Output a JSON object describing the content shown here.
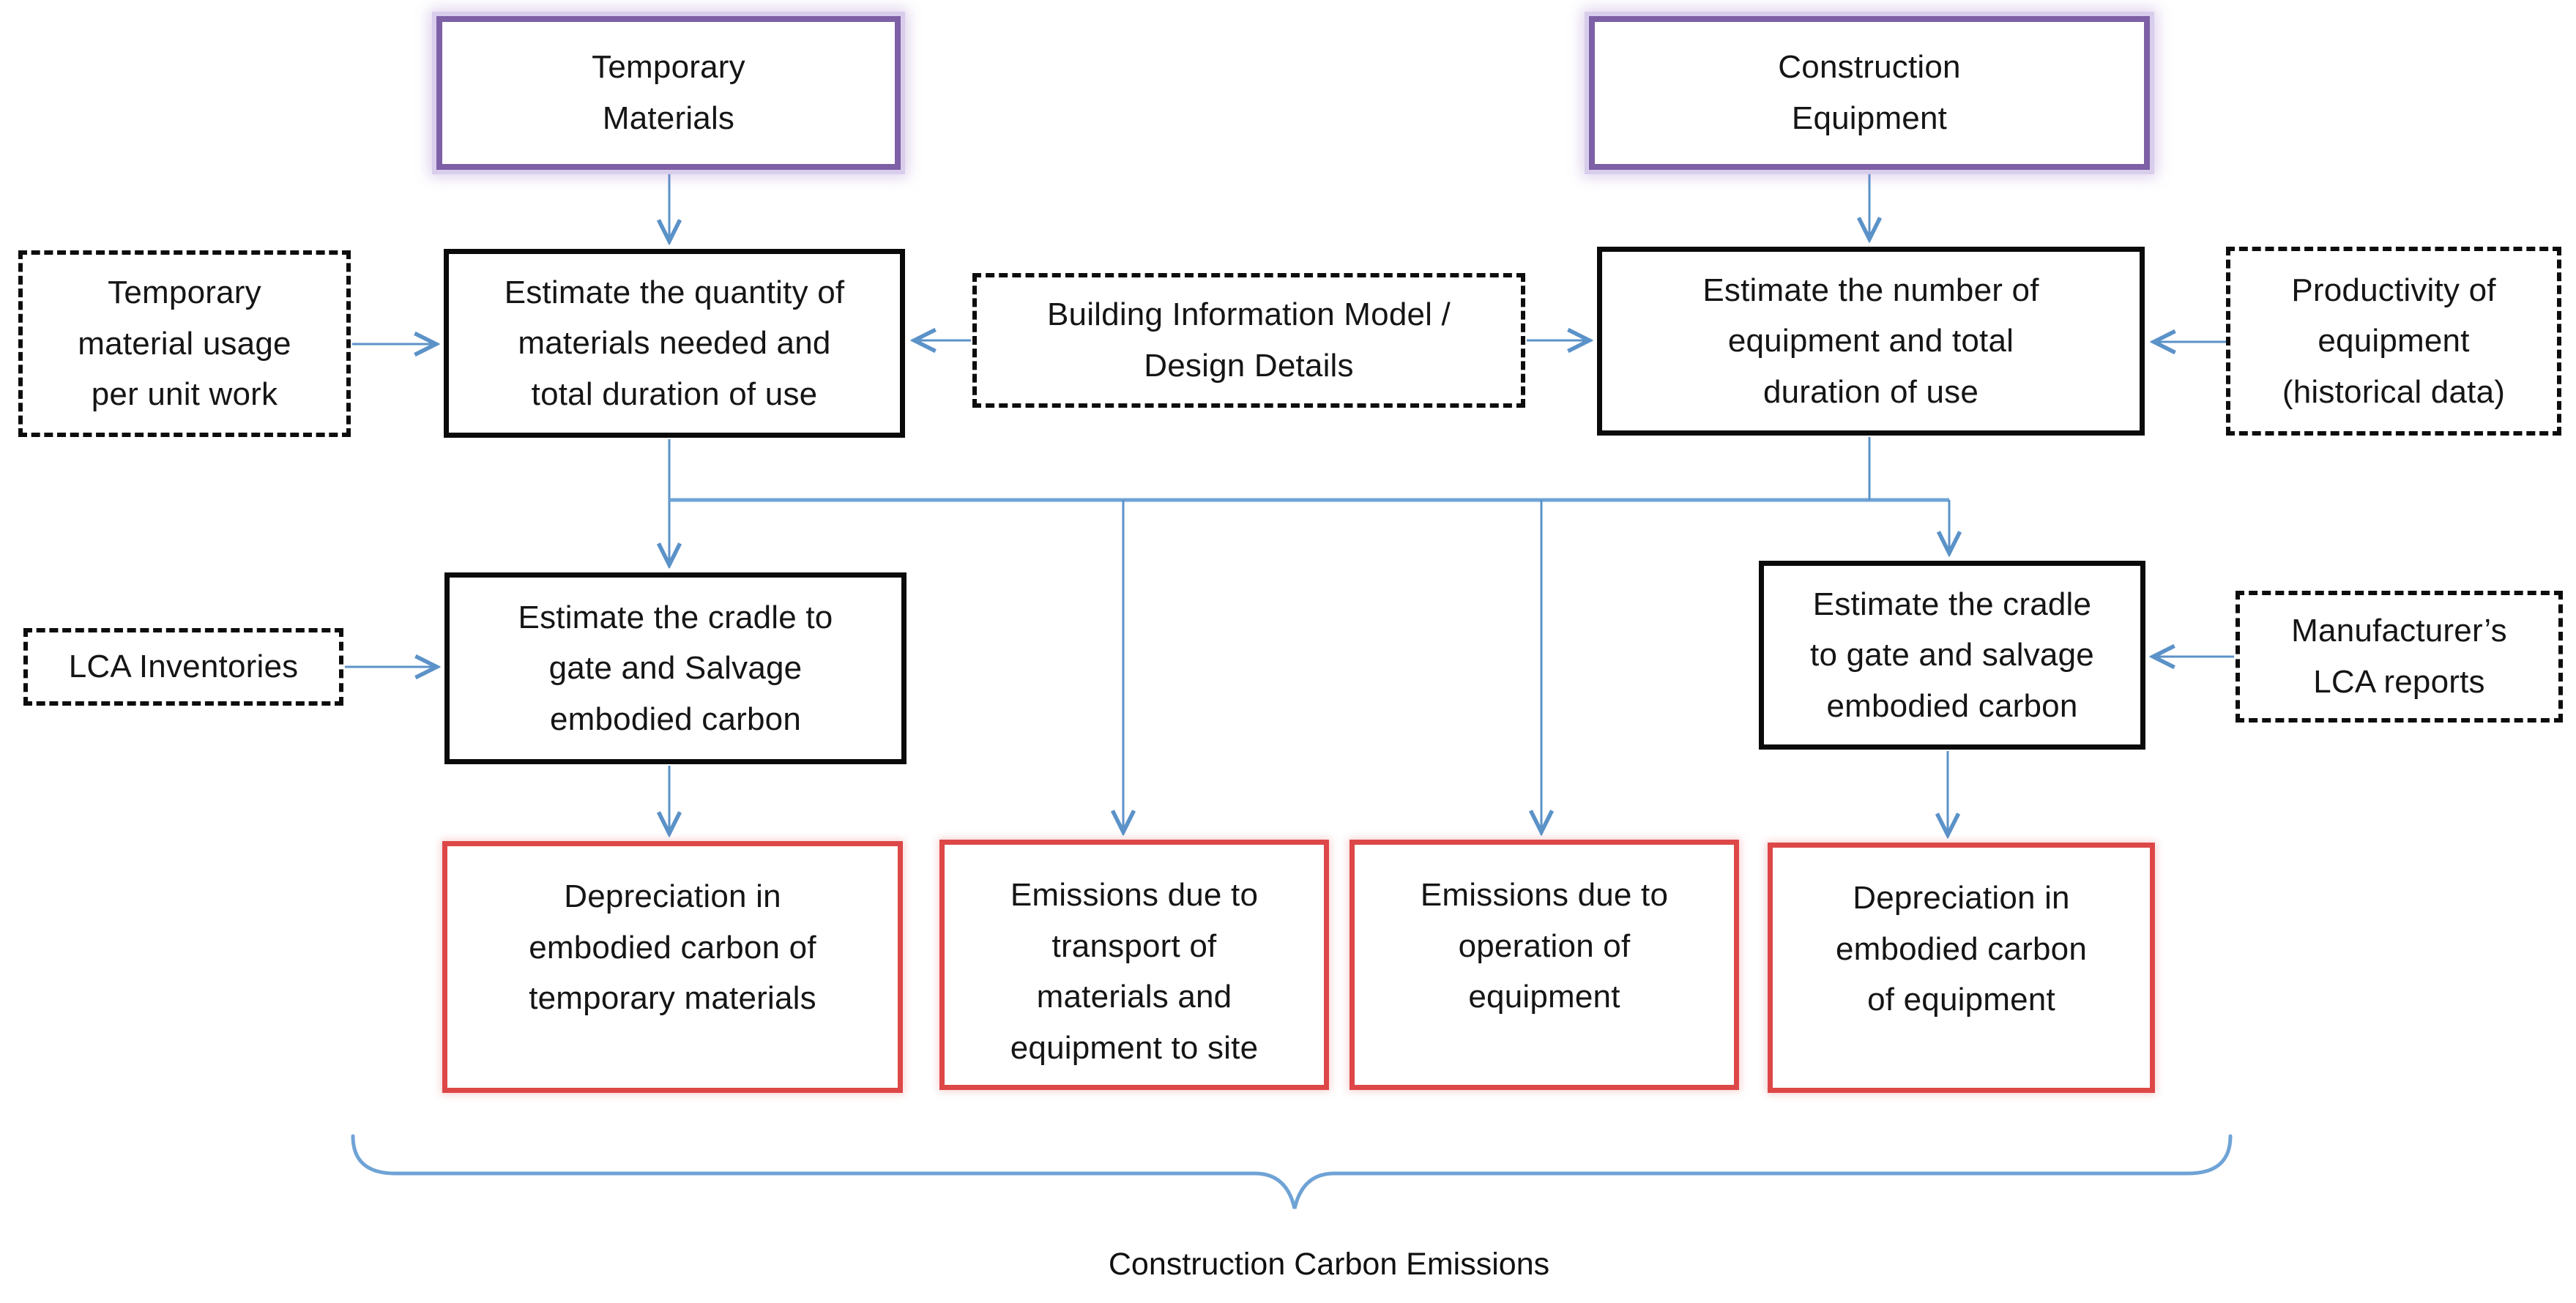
{
  "diagram": {
    "caption": "Construction Carbon Emissions",
    "nodes": {
      "temporary_materials": {
        "label": "Temporary\nMaterials",
        "style": "purple"
      },
      "construction_equipment": {
        "label": "Construction\nEquipment",
        "style": "purple"
      },
      "temp_material_usage": {
        "label": "Temporary\nmaterial usage\nper unit work",
        "style": "dashed"
      },
      "estimate_quantity": {
        "label": "Estimate the quantity of\nmaterials needed and\ntotal duration of use",
        "style": "solid"
      },
      "bim_design_details": {
        "label": "Building Information Model /\nDesign Details",
        "style": "dashed"
      },
      "estimate_number": {
        "label": "Estimate the number of\nequipment and total\nduration of use",
        "style": "solid"
      },
      "productivity_equipment": {
        "label": "Productivity of\nequipment\n(historical data)",
        "style": "dashed"
      },
      "lca_inventories": {
        "label": "LCA Inventories",
        "style": "dashed"
      },
      "cradle_salvage_materials": {
        "label": "Estimate the cradle to\ngate and Salvage\nembodied carbon",
        "style": "solid"
      },
      "cradle_salvage_equipment": {
        "label": "Estimate the cradle\nto gate and salvage\nembodied carbon",
        "style": "solid"
      },
      "manufacturers_lca_reports": {
        "label": "Manufacturer’s\nLCA reports",
        "style": "dashed"
      },
      "depreciation_materials": {
        "label": "Depreciation in\nembodied carbon of\ntemporary materials",
        "style": "red"
      },
      "transport_emissions": {
        "label": "Emissions due to\ntransport of\nmaterials and\nequipment to site",
        "style": "red"
      },
      "operation_emissions": {
        "label": "Emissions due to\noperation of\nequipment",
        "style": "red"
      },
      "depreciation_equipment": {
        "label": "Depreciation in\nembodied carbon\nof equipment",
        "style": "red"
      }
    },
    "edges": [
      {
        "from": "temporary_materials",
        "to": "estimate_quantity"
      },
      {
        "from": "construction_equipment",
        "to": "estimate_number"
      },
      {
        "from": "temp_material_usage",
        "to": "estimate_quantity"
      },
      {
        "from": "bim_design_details",
        "to": "estimate_quantity"
      },
      {
        "from": "bim_design_details",
        "to": "estimate_number"
      },
      {
        "from": "productivity_equipment",
        "to": "estimate_number"
      },
      {
        "from": "estimate_quantity",
        "to": "cradle_salvage_materials"
      },
      {
        "from": "estimate_quantity+estimate_number",
        "to": "transport_emissions"
      },
      {
        "from": "estimate_quantity+estimate_number",
        "to": "operation_emissions"
      },
      {
        "from": "estimate_number",
        "to": "cradle_salvage_equipment"
      },
      {
        "from": "lca_inventories",
        "to": "cradle_salvage_materials"
      },
      {
        "from": "manufacturers_lca_reports",
        "to": "cradle_salvage_equipment"
      },
      {
        "from": "cradle_salvage_materials",
        "to": "depreciation_materials"
      },
      {
        "from": "cradle_salvage_equipment",
        "to": "depreciation_equipment"
      },
      {
        "brace_over": [
          "depreciation_materials",
          "transport_emissions",
          "operation_emissions",
          "depreciation_equipment"
        ],
        "to": "caption"
      }
    ],
    "colors": {
      "arrow_blue": "#5b92c8",
      "connector_blue": "#6fa3d6",
      "purple_border": "#7d60a5",
      "purple_glow": "#d9cdec",
      "red_border": "#dd4747",
      "black_border": "#0a0a0a",
      "text": "#151515",
      "background": "#ffffff"
    }
  }
}
